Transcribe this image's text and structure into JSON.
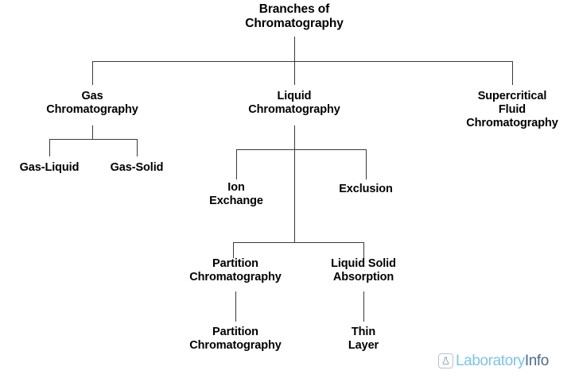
{
  "diagram": {
    "title": "Branches of Chromatography",
    "type": "tree-diagram",
    "background_color": "#ffffff",
    "line_color": "#3a3a3a",
    "text_color": "#000000",
    "nodes": {
      "root": "Branches of\nChromatography",
      "gas": "Gas\nChromatography",
      "liquid": "Liquid\nChromatography",
      "supercritical": "Supercritical\nFluid\nChromatography",
      "gas_liquid": "Gas-Liquid",
      "gas_solid": "Gas-Solid",
      "ion_exchange": "Ion\nExchange",
      "exclusion": "Exclusion",
      "partition_chromatography": "Partition\nChromatography",
      "liquid_solid_absorption": "Liquid Solid\nAbsorption",
      "partition_chromatography_2": "Partition\nChromatography",
      "thin_layer": "Thin\nLayer"
    }
  },
  "watermark": {
    "icon": "flask-icon",
    "word_part_1": "Laboratory",
    "word_part_2": "Info",
    "color_1": "#7fc3e8",
    "color_2": "#4a6b86"
  }
}
